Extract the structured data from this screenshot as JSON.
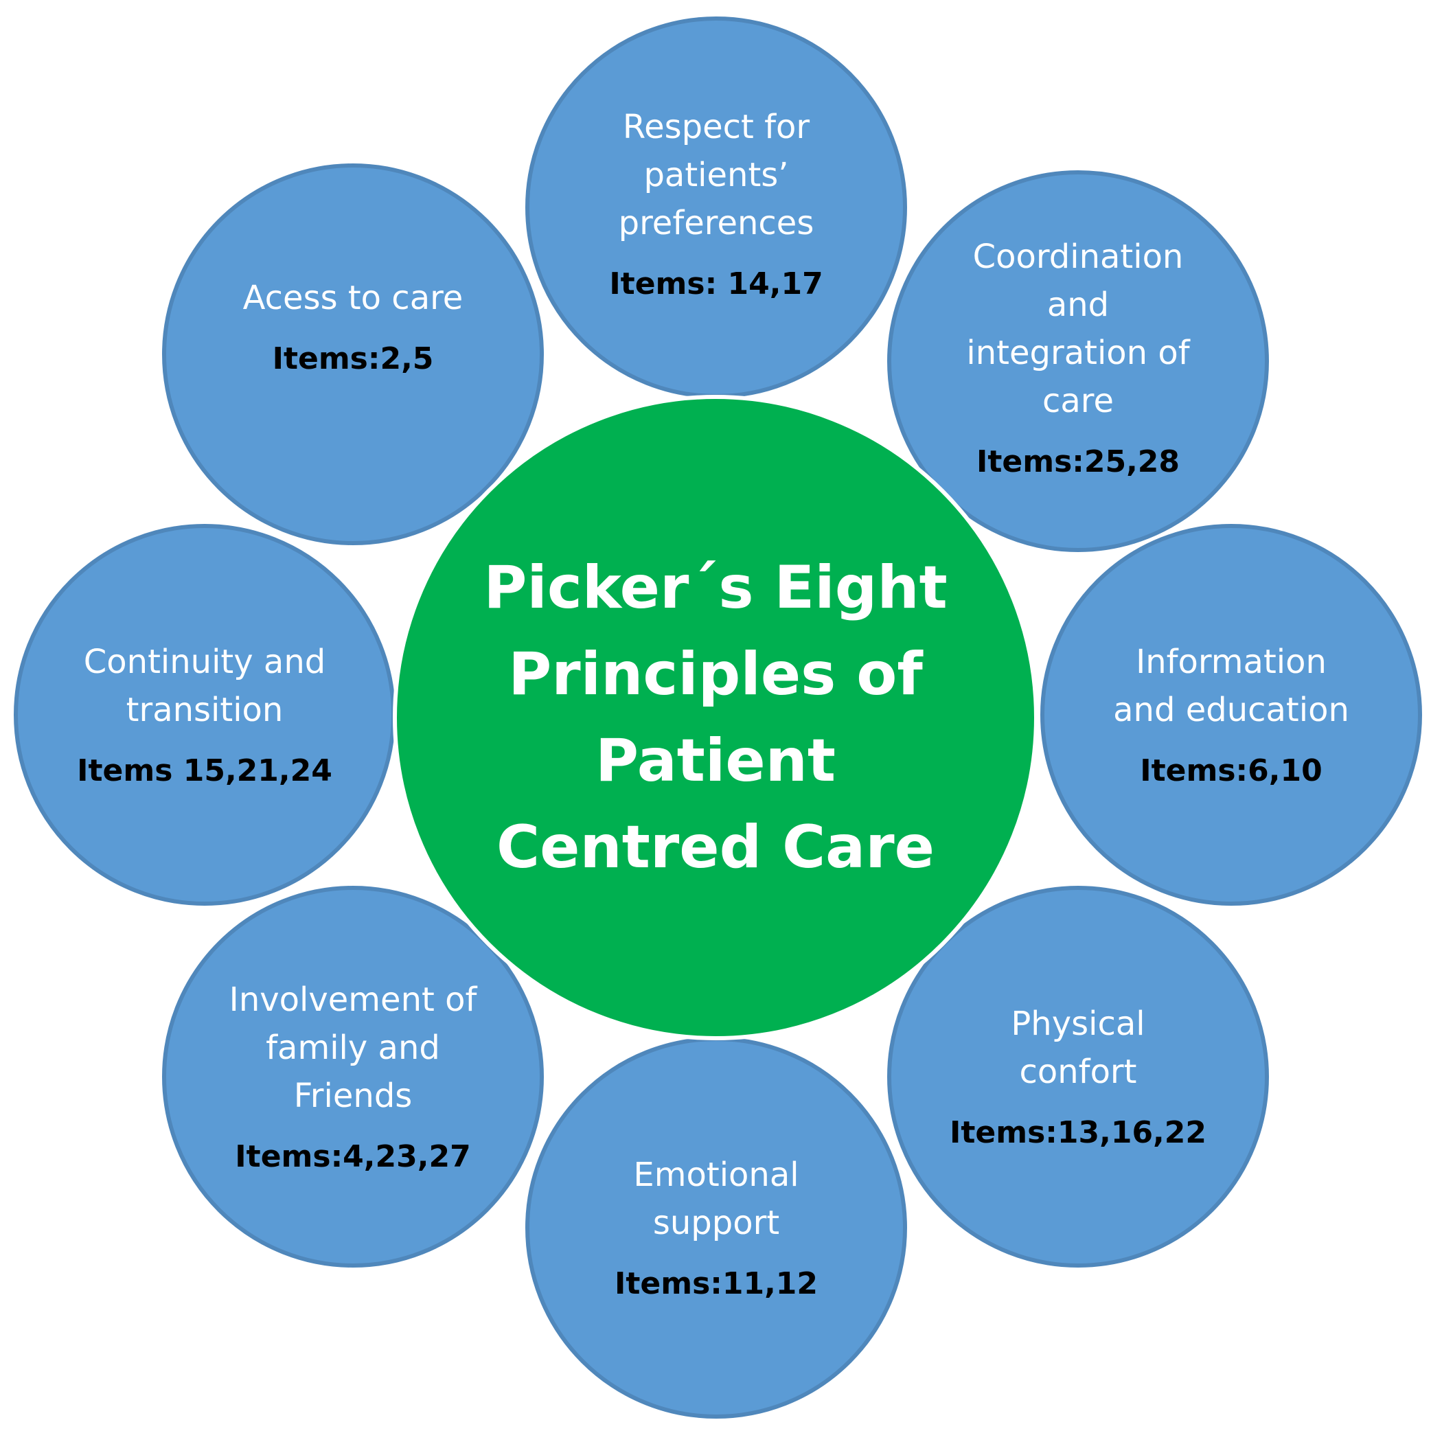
{
  "center": {
    "title": "Picker´s Eight\nPrinciples of\nPatient\nCentred Care",
    "color": "#00b050"
  },
  "principle_color": "#5b9bd5",
  "principles": [
    {
      "id": "respect",
      "label": "Respect for\npatients’\npreferences",
      "items": "Items: 14,17"
    },
    {
      "id": "coordination",
      "label": "Coordination\nand\nintegration of\ncare",
      "items": "Items:25,28"
    },
    {
      "id": "information",
      "label": "Information\nand education",
      "items": "Items:6,10"
    },
    {
      "id": "physical",
      "label": "Physical\nconfort",
      "items": "Items:13,16,22"
    },
    {
      "id": "emotional",
      "label": "Emotional\nsupport",
      "items": "Items:11,12"
    },
    {
      "id": "involvement",
      "label": "Involvement of\nfamily and\nFriends",
      "items": "Items:4,23,27"
    },
    {
      "id": "continuity",
      "label": "Continuity and\ntransition",
      "items": "Items 15,21,24"
    },
    {
      "id": "access",
      "label": "Acess to care",
      "items": "Items:2,5"
    }
  ]
}
